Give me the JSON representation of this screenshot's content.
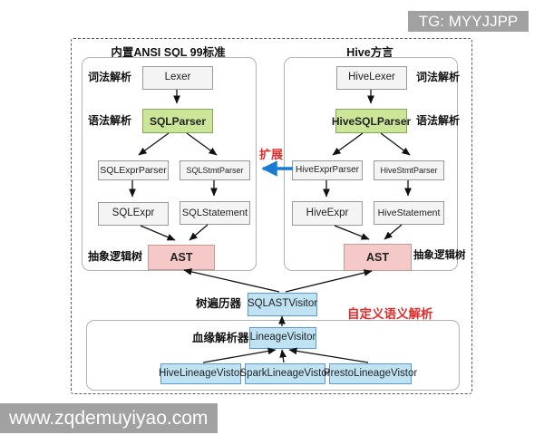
{
  "watermarks": {
    "top": "TG: MYYJJPP",
    "bottom": "www.zqdemuyiyao.com"
  },
  "left": {
    "title": "内置ANSI SQL 99标准",
    "lexical_label": "词法解析",
    "syntax_label": "语法解析",
    "ast_label": "抽象逻辑树",
    "lexer": "Lexer",
    "parser": "SQLParser",
    "expr_parser": "SQLExprParser",
    "stmt_parser": "SQLStmtParser",
    "expr": "SQLExpr",
    "statement": "SQLStatement",
    "ast": "AST"
  },
  "right": {
    "title": "Hive方言",
    "lexical_label": "词法解析",
    "syntax_label": "语法解析",
    "ast_label": "抽象逻辑树",
    "lexer": "HiveLexer",
    "parser": "HiveSQLParser",
    "expr_parser": "HiveExprParser",
    "stmt_parser": "HiveStmtParser",
    "expr": "HiveExpr",
    "statement": "HiveStatement",
    "ast": "AST"
  },
  "middle": {
    "extension_label": "扩展"
  },
  "bottom": {
    "tree_walker_label": "树遍历器",
    "ast_visitor": "SQLASTVisitor",
    "custom_semantic_label": "自定义语义解析",
    "lineage_parser_label": "血缘解析器",
    "lineage_visitor": "LineageVisitor",
    "visitors": [
      "HiveLineageVistor",
      "SparkLineageVistor",
      "PrestoLineageVistor"
    ]
  },
  "colors": {
    "node_green": "#cbe698",
    "node_green_border": "#8aa45a",
    "node_pink": "#f4c9c8",
    "node_pink_border": "#c79a99",
    "node_blue": "#bfe3f3",
    "node_blue_border": "#5b9bd5",
    "node_gray": "#f4f4f4",
    "node_gray_border": "#999999",
    "accent_red": "#e02b2b",
    "arrow_blue": "#1a7ad4",
    "banner_gray": "#a1a1a1"
  }
}
